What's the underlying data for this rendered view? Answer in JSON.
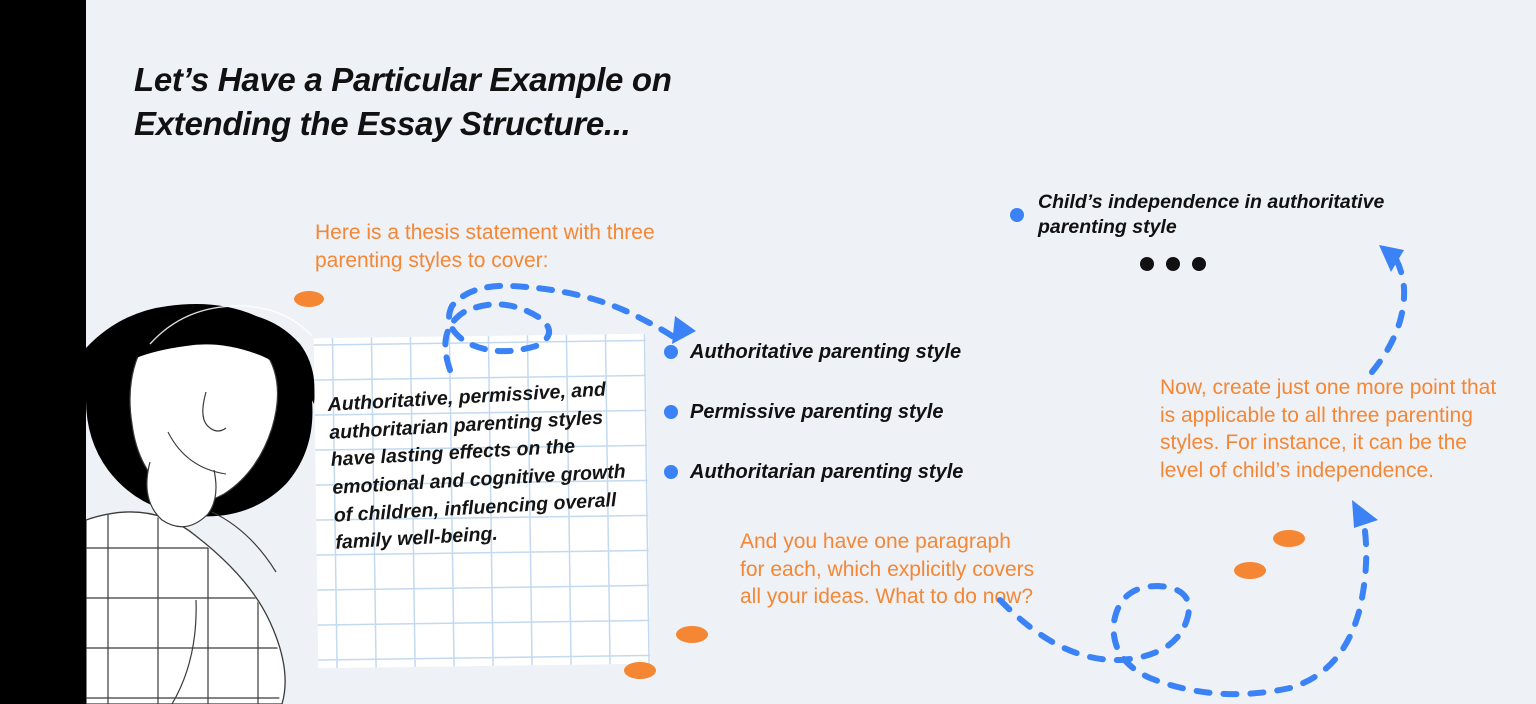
{
  "slide": {
    "title": "Let’s Have a Particular Example on Extending the Essay Structure...",
    "background_color": "#eef2f7",
    "accent_orange": "#f58634",
    "accent_blue": "#3b82f6",
    "band_color": "#000000"
  },
  "notes": {
    "thesis_intro": "Here is a thesis statement with three parenting styles to cover:",
    "paragraph_prompt": "And you have one paragraph for each, which explicitly covers all your ideas. What to do now?",
    "one_more_point": "Now, create just one more point that is applicable to all three parenting styles. For instance, it can be the level of child’s independence."
  },
  "thesis_card": {
    "text": "Authoritative, permissive, and authoritarian parenting styles have lasting effects on the emotional and cognitive growth of children, influencing overall family well-being."
  },
  "bullets": [
    {
      "label": "Authoritative parenting style"
    },
    {
      "label": "Permissive parenting style"
    },
    {
      "label": "Authoritarian parenting style"
    }
  ],
  "extra_point": {
    "label": "Child’s independence in authoritative parenting style",
    "ellipsis": [
      "dot",
      "dot",
      "dot"
    ]
  }
}
